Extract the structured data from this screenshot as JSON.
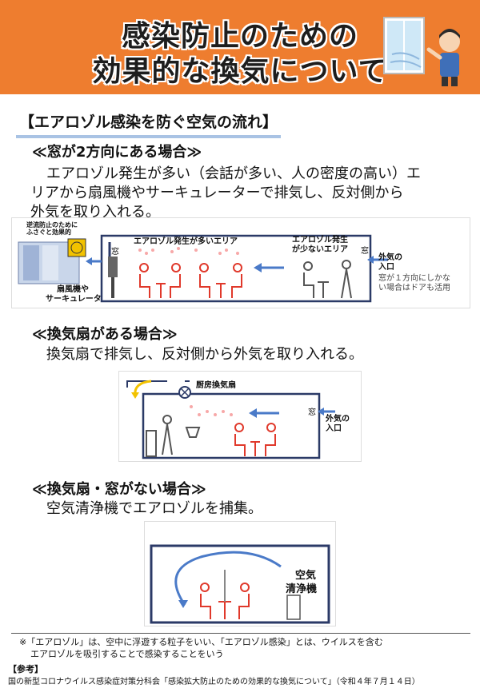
{
  "header": {
    "title_line1": "感染防止のための",
    "title_line2": "効果的な換気について"
  },
  "section_heading": "【エアロゾル感染を防ぐ空気の流れ】",
  "case1": {
    "heading": "≪窓が2方向にある場合≫",
    "body_line1": "エアロゾル発生が多い（会話が多い、人の密度の高い）エ",
    "body_line2": "リアから扇風機やサーキュレーターで排気し、反対側から",
    "body_line3": "外気を取り入れる。",
    "fig": {
      "backflow_note_1": "逆流防止のために",
      "backflow_note_2": "ふさぐと効果的",
      "window_label": "窓",
      "fan_label_1": "扇風機や",
      "fan_label_2": "サーキュレータ",
      "high_area": "エアロゾル発生が多いエリア",
      "low_area_1": "エアロゾル発生",
      "low_area_2": "が少ないエリア",
      "window_label_right": "窓",
      "inlet_1": "外気の",
      "inlet_2": "入口",
      "door_note_1": "窓が１方向にしかな",
      "door_note_2": "い場合はドアも活用"
    }
  },
  "case2": {
    "heading": "≪換気扇がある場合≫",
    "body": "換気扇で排気し、反対側から外気を取り入れる。",
    "fig": {
      "fan_label": "厨房換気扇",
      "window_label": "窓",
      "inlet_1": "外気の",
      "inlet_2": "入口"
    }
  },
  "case3": {
    "heading": "≪換気扇・窓がない場合≫",
    "body": "空気清浄機でエアロゾルを捕集。",
    "fig": {
      "purifier_1": "空気",
      "purifier_2": "清浄機"
    }
  },
  "footnote_line1": "※「エアロゾル」は、空中に浮遊する粒子をいい、「エアロゾル感染」とは、ウイルスを含む",
  "footnote_line2": "エアロゾルを吸引することで感染することをいう",
  "reference_heading": "【参考】",
  "reference_text": "国の新型コロナウイルス感染症対策分科会「感染拡大防止のための効果的な換気について」（令和４年７月１４日）",
  "colors": {
    "header_bg": "#ee7d2f",
    "heading_underline": "#a9c3e4",
    "room_outline": "#2b3a67",
    "airflow_blue": "#4a7ac8",
    "aerosol_pink": "#f07a7a",
    "person_red": "#e0392b",
    "fan_yellow": "#f2c200"
  },
  "icons": [
    "window-icon",
    "person-opening-window-icon",
    "fan-icon",
    "arrow-icon",
    "aerosol-dots-icon",
    "person-icon",
    "air-purifier-icon"
  ]
}
